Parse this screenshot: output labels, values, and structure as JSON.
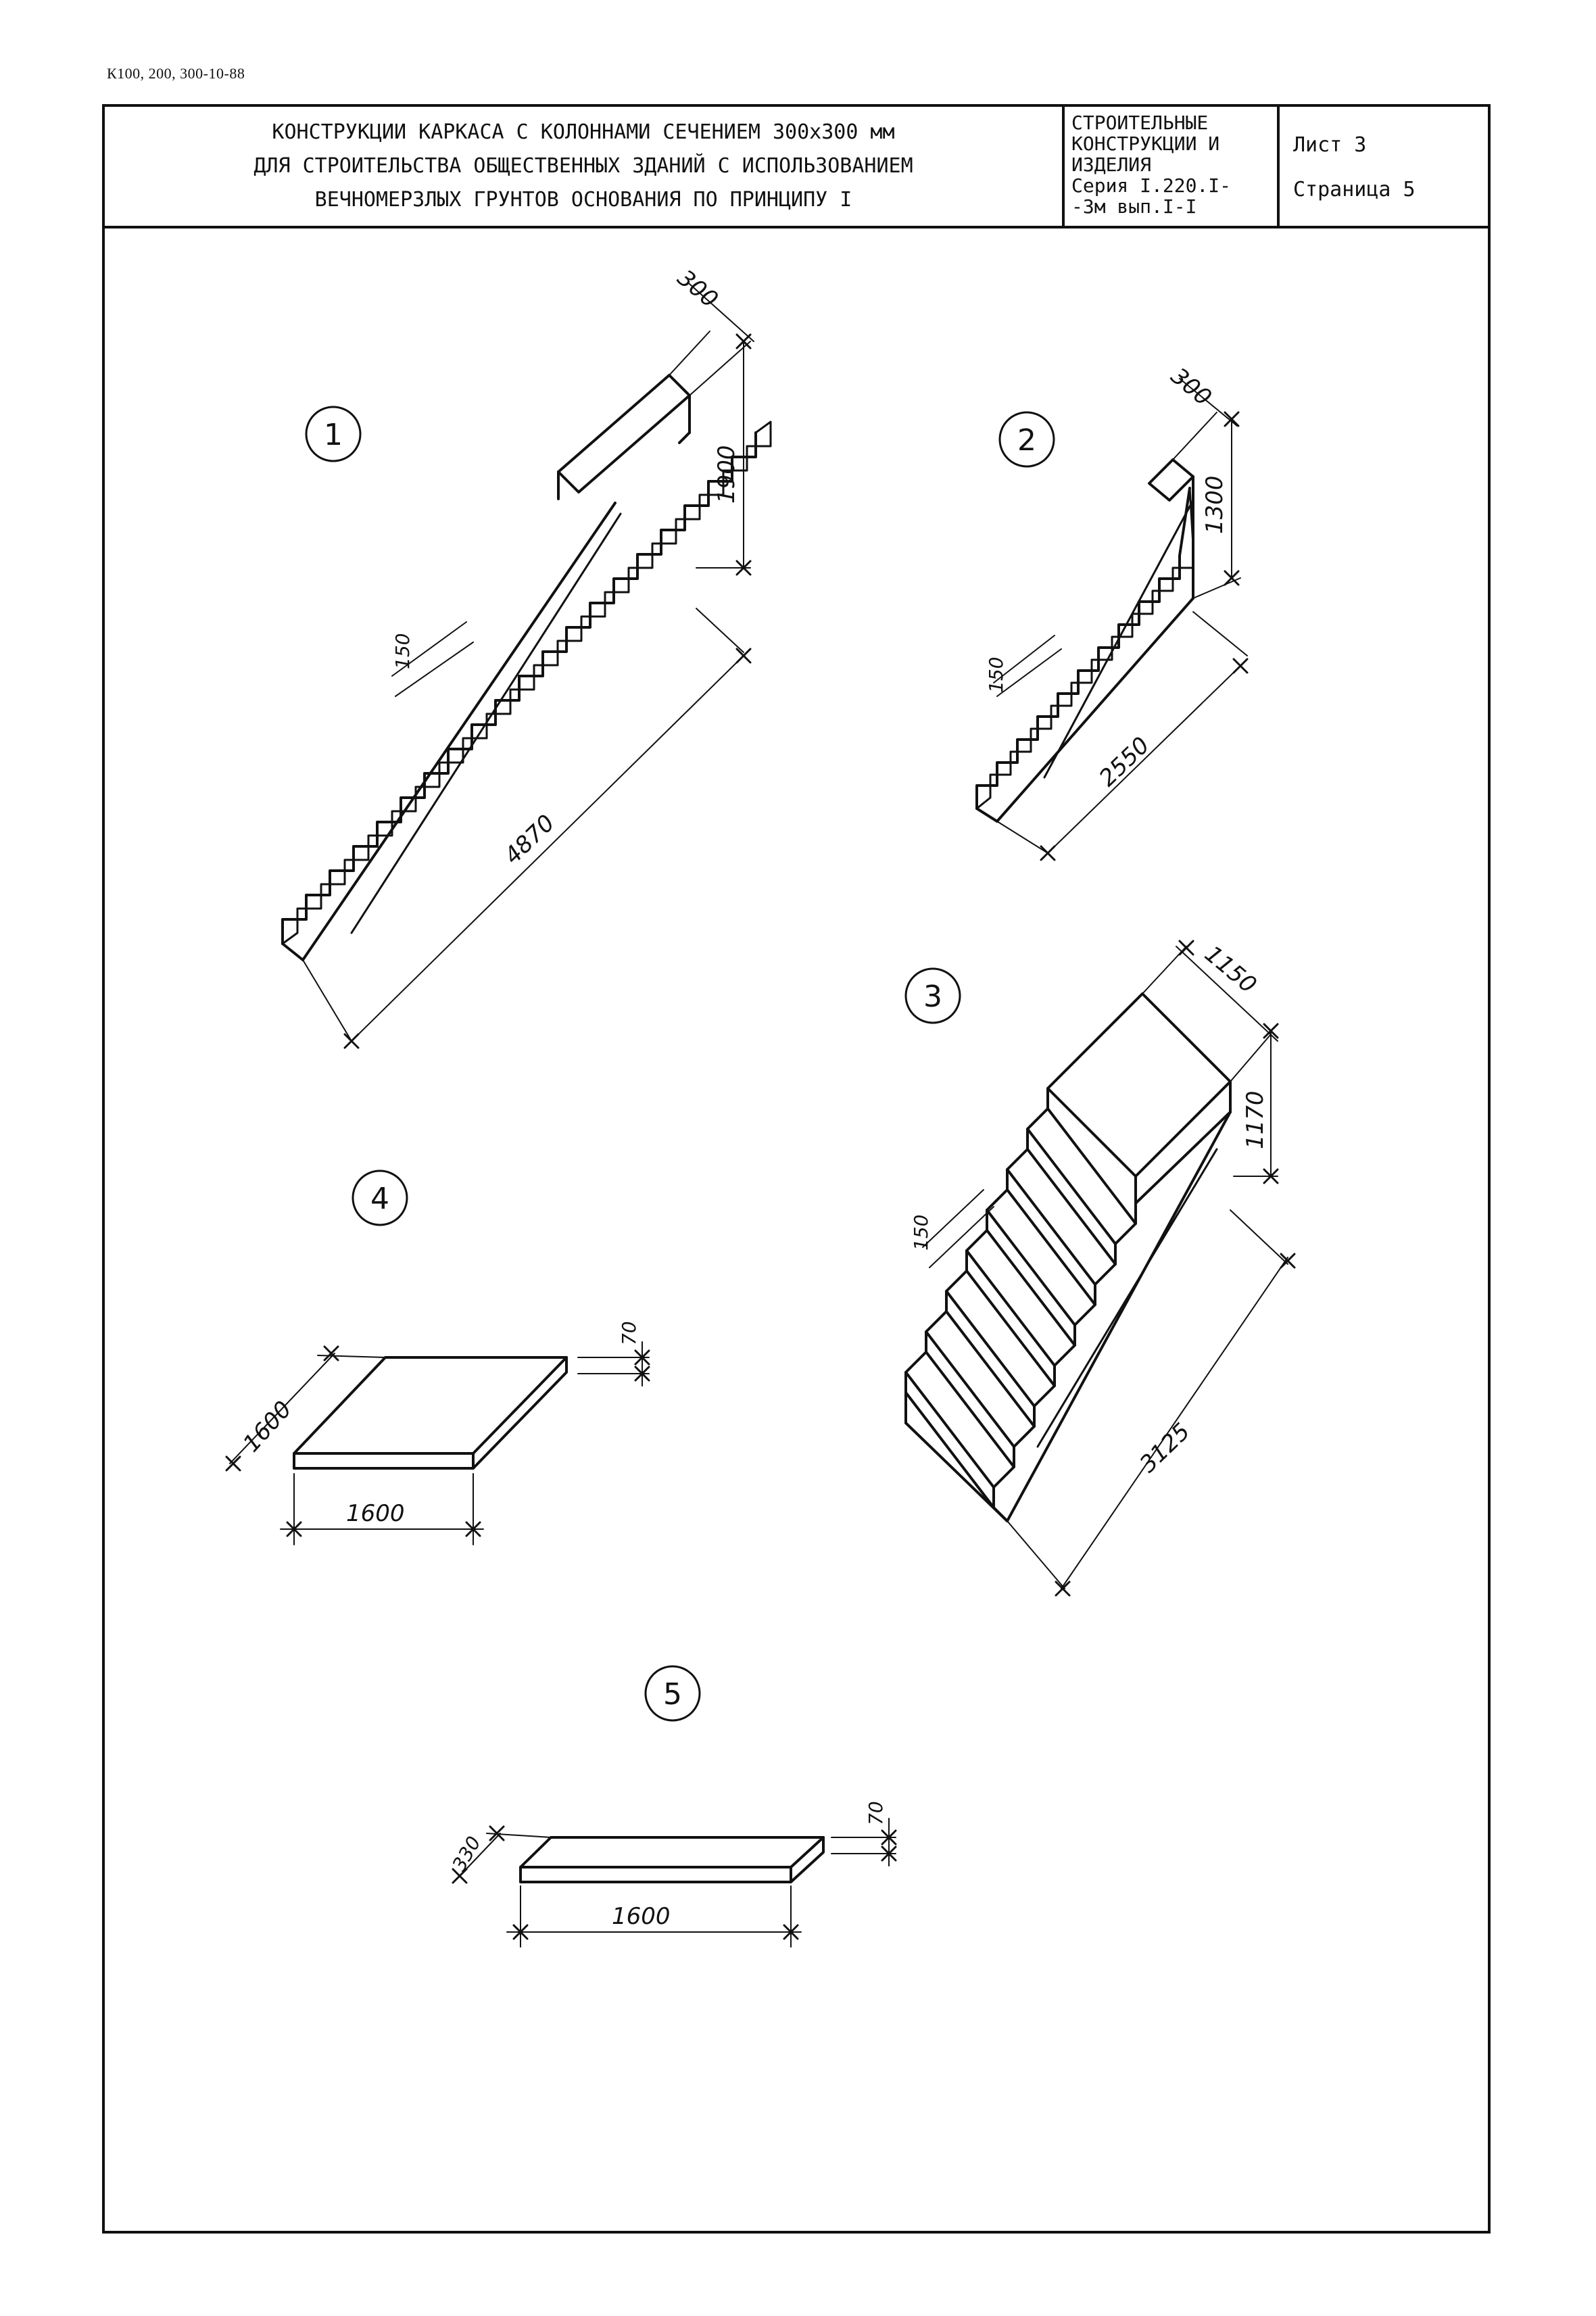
{
  "document_code": "К100, 200, 300-10-88",
  "title_block": {
    "main_lines": [
      "КОНСТРУКЦИИ КАРКАСА С КОЛОННАМИ СЕЧЕНИЕМ 300х300 мм",
      "ДЛЯ СТРОИТЕЛЬСТВА ОБЩЕСТВЕННЫХ ЗДАНИЙ С ИСПОЛЬЗОВАНИЕМ",
      "ВЕЧНОМЕРЗЛЫХ ГРУНТОВ ОСНОВАНИЯ ПО ПРИНЦИПУ I"
    ],
    "series_lines": [
      "СТРОИТЕЛЬНЫЕ",
      "КОНСТРУКЦИИ И",
      "ИЗДЕЛИЯ",
      "Серия I.220.I-",
      "-3м вып.I-I"
    ],
    "sheet": "Лист 3",
    "page": "Страница 5"
  },
  "items": [
    {
      "number": "1",
      "dims": {
        "width": "300",
        "height": "1900",
        "step": "150",
        "length": "4870"
      }
    },
    {
      "number": "2",
      "dims": {
        "width": "300",
        "height": "1300",
        "step": "150",
        "length": "2550"
      }
    },
    {
      "number": "3",
      "dims": {
        "width": "1150",
        "height": "1170",
        "step": "150",
        "length": "3125"
      }
    },
    {
      "number": "4",
      "dims": {
        "depth": "1600",
        "thickness": "70",
        "length": "1600"
      }
    },
    {
      "number": "5",
      "dims": {
        "depth": "330",
        "thickness": "70",
        "length": "1600"
      }
    }
  ]
}
